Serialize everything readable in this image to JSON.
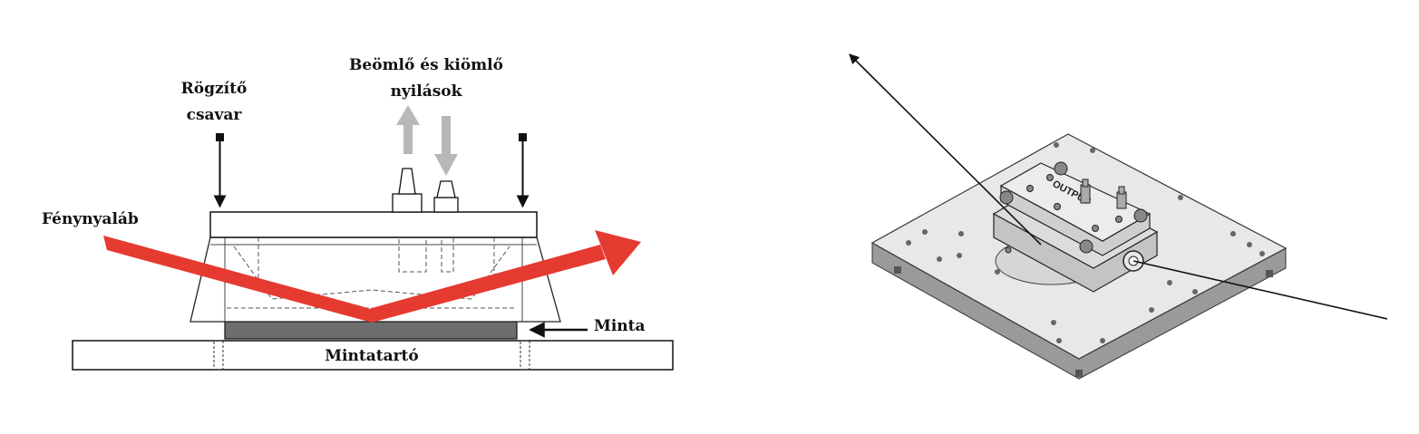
{
  "labels": {
    "screw_line1": "Rögzítő",
    "screw_line2": "csavar",
    "ports_line1": "Beömlő és kiömlő",
    "ports_line2": "nyilások",
    "beam": "Fénynyaláb",
    "sample": "Minta",
    "holder": "Mintatartó",
    "device_engraving": "OUTPUT"
  },
  "colors": {
    "beam": "#e53a30",
    "flow_arrow": "#b8b8b8",
    "sample_fill": "#6e6e6e",
    "line": "#111111",
    "plate_fill": "#e8e8ea"
  }
}
